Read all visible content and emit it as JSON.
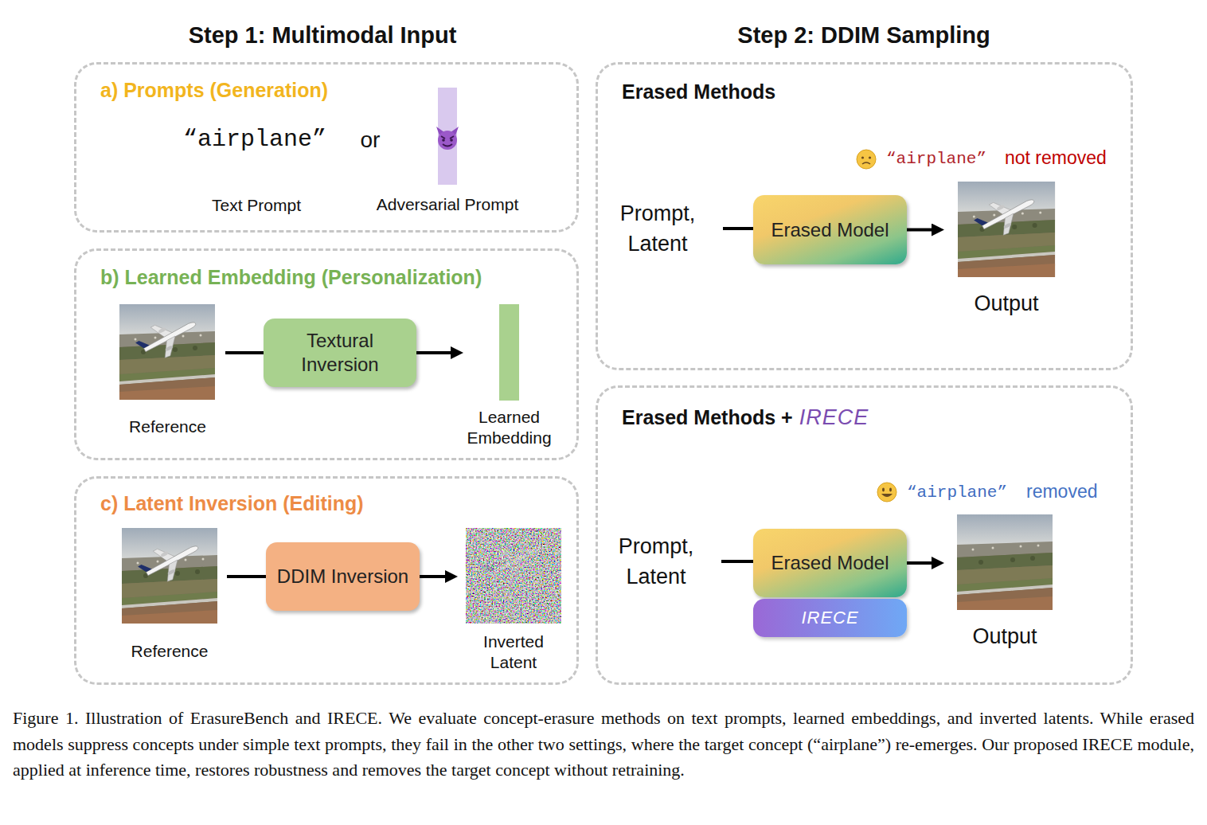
{
  "diagram": {
    "caption": "Figure 1. Illustration of ErasureBench and IRECE. We evaluate concept-erasure methods on text prompts, learned embeddings, and inverted latents. While erased models suppress concepts under simple text prompts, they fail in the other two settings, where the target concept (“airplane”) re-emerges. Our proposed IRECE module, applied at inference time, restores robustness and removes the target concept without retraining.",
    "nodes": [
      {
        "text": [
          "a) Prompts (Generation)"
        ]
      },
      {
        "text": [
          "Adversarial Prompt"
        ],
        "in": 0
      },
      {
        "text": [
          "b) Learned Embedding (Personalization)"
        ]
      },
      {
        "text": [
          "Reference"
        ],
        "in": 2
      },
      {
        "text": [
          "Textural Inversion"
        ],
        "in": 2
      },
      {
        "text": [
          "Learned Embedding"
        ],
        "in": 2
      },
      {
        "text": [
          "c) Latent Inversion (Editing)"
        ]
      },
      {
        "text": [
          "Reference"
        ],
        "in": 6
      },
      {
        "text": [
          "DDIM Inversion"
        ],
        "in": 6
      },
      {
        "text": [
          "Inverted Latent"
        ],
        "in": 6
      },
      {
        "text": [
          "Erased Methods"
        ]
      },
      {
        "text": [
          "Prompt, Latent"
        ],
        "in": 10
      },
      {
        "text": [
          "Erased Model"
        ],
        "in": 10
      },
      {
        "text": [
          "Output"
        ],
        "in": 10
      },
      {
        "text": [
          "Erased Methods +",
          "IRECE"
        ]
      },
      {
        "text": [
          "Prompt, Latent"
        ],
        "in": 14
      },
      {
        "text": [
          "Erased Model"
        ],
        "in": 14
      },
      {
        "text": [
          "IRECE"
        ],
        "in": 14
      },
      {
        "text": [
          "Output"
        ],
        "in": 14
      }
    ],
    "edges": [
      {
        "from": 3,
        "to": 4,
        "arrow": "none"
      },
      {
        "from": 4,
        "to": 5,
        "arrow": "to"
      },
      {
        "from": 7,
        "to": 8,
        "arrow": "none"
      },
      {
        "from": 8,
        "to": 9,
        "arrow": "to"
      },
      {
        "from": 11,
        "to": 12,
        "arrow": "none"
      },
      {
        "from": 12,
        "to": 13,
        "arrow": "to"
      },
      {
        "from": 15,
        "to": 16,
        "arrow": "none"
      },
      {
        "from": 16,
        "to": 18,
        "arrow": "to"
      }
    ],
    "labels": [
      "Step 1: Multimodal Input",
      "Step 2: DDIM Sampling",
      "“airplane”",
      "or",
      "Text Prompt",
      "“airplane”",
      "not removed",
      "“airplane”",
      "removed"
    ]
  }
}
